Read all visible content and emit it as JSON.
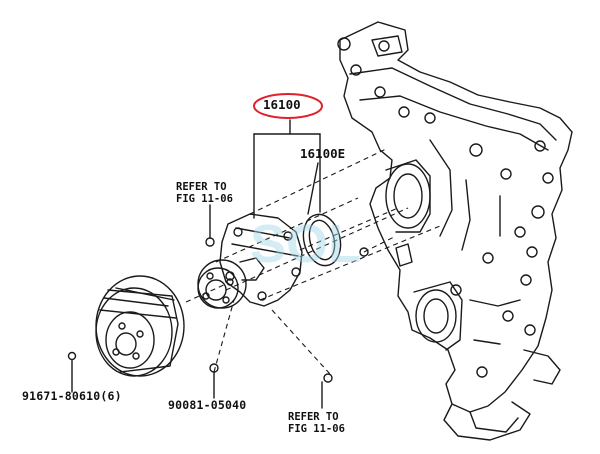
{
  "callouts": {
    "main_part": "16100",
    "gasket_part": "16100E",
    "bolt_set_part": "91671-80610(6)",
    "stud_part": "90081-05040",
    "refer_left_line1": "REFER TO",
    "refer_left_line2": "FIG 11-06",
    "refer_bottom_line1": "REFER TO",
    "refer_bottom_line2": "FIG 11-06"
  },
  "highlight": {
    "main_part_ring_color": "#e0202a"
  },
  "watermark": {
    "text": "SOL",
    "color": "#9fd8e8"
  },
  "colors": {
    "line": "#1a1a1a",
    "background": "#ffffff"
  }
}
